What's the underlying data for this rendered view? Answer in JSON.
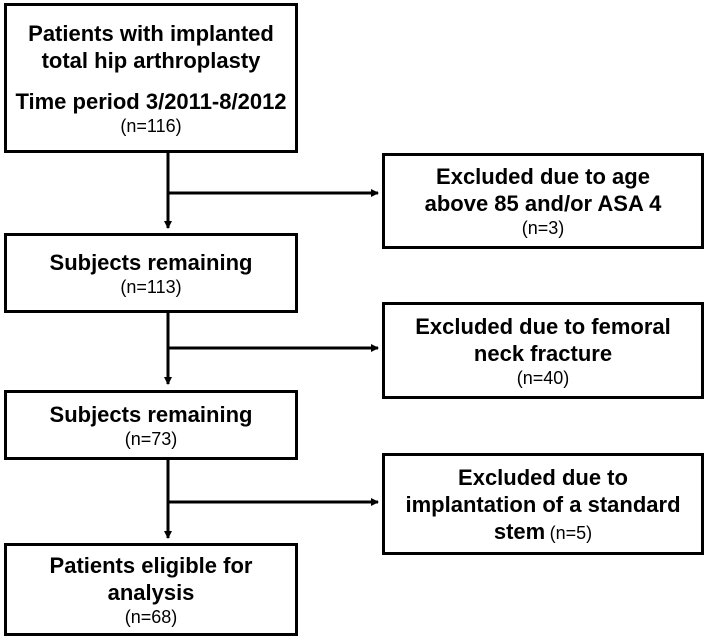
{
  "boxes": {
    "start": {
      "line1": "Patients with implanted",
      "line2": "total hip arthroplasty",
      "line3": "Time period 3/2011-8/2012",
      "count": "(n=116)"
    },
    "excluded_1": {
      "line1": "Excluded due to age",
      "line2": "above 85 and/or ASA 4",
      "count": "(n=3)"
    },
    "remaining_1": {
      "line1": "Subjects remaining",
      "count": "(n=113)"
    },
    "excluded_2": {
      "line1": "Excluded due to femoral",
      "line2": "neck fracture",
      "count": "(n=40)"
    },
    "remaining_2": {
      "line1": "Subjects remaining",
      "count": "(n=73)"
    },
    "excluded_3": {
      "line1": "Excluded due to",
      "line2": "implantation of a standard",
      "line3": "stem",
      "count": "(n=5)"
    },
    "final": {
      "line1": "Patients eligible for",
      "line2": "analysis",
      "count": "(n=68)"
    }
  }
}
